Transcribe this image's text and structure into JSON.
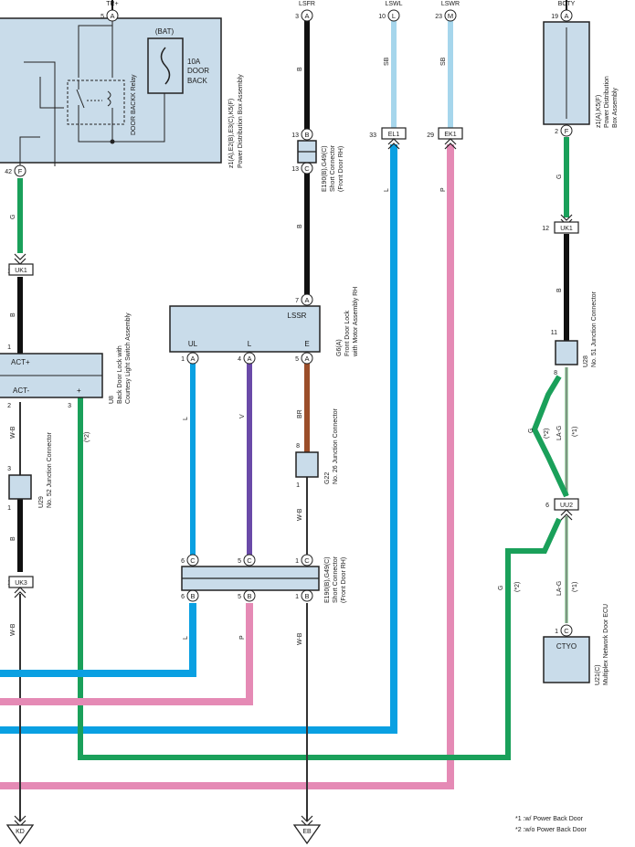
{
  "colors": {
    "B": "#111111",
    "G": "#1aa05a",
    "SB": "#a6d6ec",
    "L": "#0aa0e2",
    "P": "#e58ab5",
    "V": "#6a4aa8",
    "BR": "#9b4e2a",
    "WB": "#333333",
    "LAG": "#a8d8b0",
    "component_fill": "#c9dcea"
  },
  "top_labels": {
    "trplus": "TR+",
    "lsfr": "LSFR",
    "lswl": "LSWL",
    "lswr": "LSWR",
    "bcty": "BCTY"
  },
  "pins": {
    "p5a": "5",
    "p5a_c": "A",
    "p3a": "3",
    "p3a_c": "A",
    "p10l": "10",
    "p10l_c": "L",
    "p23m": "23",
    "p23m_c": "M",
    "p19a": "19",
    "p19a_c": "A",
    "p42f": "42",
    "p42f_c": "F",
    "p2f": "2",
    "p2f_c": "F",
    "p13b": "13",
    "p13b_c": "B",
    "p13c": "13",
    "p13c_c": "C",
    "p7a": "7",
    "p7a_c": "A",
    "p1a": "1",
    "p1a_c": "A",
    "p4a": "4",
    "p4a_c": "A",
    "p5a2": "5",
    "p5a2_c": "A",
    "p6c": "6",
    "p6c_c": "C",
    "p5c": "5",
    "p5c_c": "C",
    "p1c": "1",
    "p1c_c": "C",
    "p6b": "6",
    "p6b_c": "B",
    "p5b": "5",
    "p5b_c": "B",
    "p1b": "1",
    "p1b_c": "B",
    "p1c2": "1",
    "p1c2_c": "C",
    "n1a": "1",
    "n1b": "1",
    "n2": "2",
    "n3": "3",
    "n3b": "3",
    "n1c": "1",
    "n1d": "1",
    "n8": "8",
    "n1e": "1",
    "n12": "12",
    "n11": "11",
    "n8b": "8",
    "n6": "6",
    "n33": "33",
    "n29": "29"
  },
  "connectors": {
    "uk1": "UK1",
    "uk1r": "UK1",
    "uk3": "UK3",
    "el1": "EL1",
    "ek1": "EK1",
    "uu2": "UU2"
  },
  "wires": {
    "b1": "B",
    "b2": "B",
    "b3": "B",
    "b4": "B",
    "b5": "B",
    "b6": "B",
    "g1": "G",
    "g2": "G",
    "g3": "G",
    "g4": "G",
    "sb1": "SB",
    "sb2": "SB",
    "l1": "L",
    "l2": "L",
    "l3": "L",
    "p1": "P",
    "p2": "P",
    "v1": "V",
    "br1": "BR",
    "wb1": "W-B",
    "wb2": "W-B",
    "wb3": "W-B",
    "wb4": "W-B",
    "lag1": "LA-G",
    "lag2": "LA-G",
    "n1": "(*1)",
    "n1b": "(*1)",
    "n2a": "(*2)",
    "n2b": "(*2)",
    "n2c": "(*2)"
  },
  "pdb": {
    "bat": "(BAT)",
    "fuse_l1": "10A",
    "fuse_l2": "DOOR",
    "fuse_l3": "BACK",
    "relay": "DOOR BACKK Relay",
    "id_left": "z1(A),E2(B),E3(C),K5(F)",
    "name_left": "Power Distribution Box Assembly",
    "id_right": "z1(A),K5(F)",
    "name_right_1": "Power Distribution",
    "name_right_2": "Box Assembly"
  },
  "u8": {
    "actp": "ACT+",
    "actm": "ACT-",
    "plus": "+",
    "id": "U8",
    "name_1": "Back Door Lock with",
    "name_2": "Courtesy Light Switch Assembly"
  },
  "u29": {
    "id": "U29",
    "name": "No. 52 Junction Connector"
  },
  "g6": {
    "lssr": "LSSR",
    "ul": "UL",
    "l": "L",
    "e": "E",
    "id": "G6(A)",
    "name_1": "Front Door Lock",
    "name_2": "with Motor Assembly RH"
  },
  "g22": {
    "id": "G22",
    "name": "No. 26 Junction Connector"
  },
  "e190_top": {
    "id": "E190(B),G49(C)",
    "name_1": "Short Connector",
    "name_2": "(Front Door RH)"
  },
  "e190_mid": {
    "id": "E190(B),G49(C)",
    "name_1": "Short Connector",
    "name_2": "(Front Door RH)"
  },
  "u28": {
    "id": "U28",
    "name": "No. 51 Junction Connector"
  },
  "u21": {
    "ctyo": "CTYO",
    "id": "U21(C)",
    "name": "Multiplex Network Door ECU"
  },
  "grounds": {
    "kd": "KD",
    "eb": "EB"
  },
  "notes": {
    "n1": "*1 :w/ Power Back Door",
    "n2": "*2 :w/o Power Back Door"
  }
}
